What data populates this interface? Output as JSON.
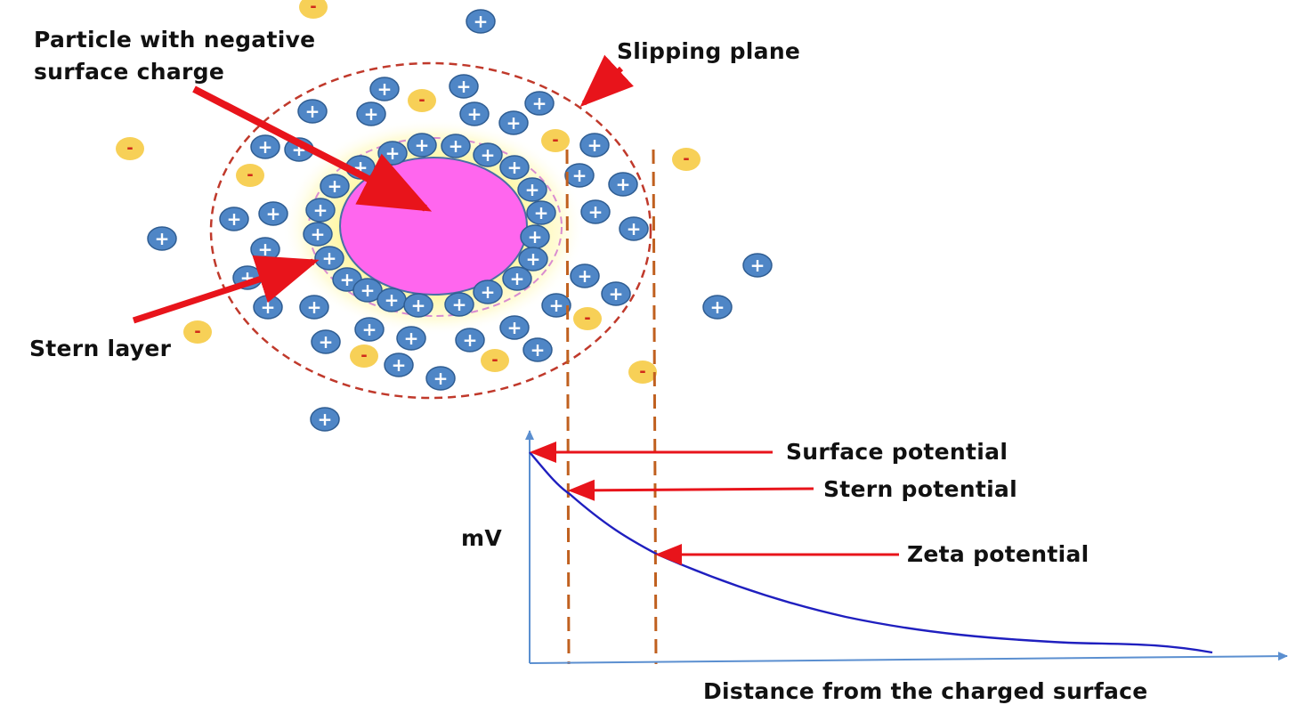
{
  "labels": {
    "particle_line1": "Particle with negative",
    "particle_line2": "surface charge",
    "slipping_plane": "Slipping plane",
    "stern_layer": "Stern layer",
    "surface_potential": "Surface potential",
    "stern_potential": "Stern potential",
    "zeta_potential": "Zeta potential",
    "y_axis": "mV",
    "x_axis": "Distance from the charged surface"
  },
  "ion_symbols": {
    "positive": "+",
    "negative": "-"
  },
  "colors": {
    "particle": "#ff66ee",
    "positive_ion": "#4f86c6",
    "negative_ion": "#f7d057",
    "negative_sign": "#d12b1b",
    "slipping_plane": "#c0392b",
    "stern_boundary": "#d98cd0",
    "arrow": "#e8141b",
    "dashed_lines": "#c0601f",
    "curve": "#1f1fbf",
    "axes": "#5b8fd0"
  }
}
